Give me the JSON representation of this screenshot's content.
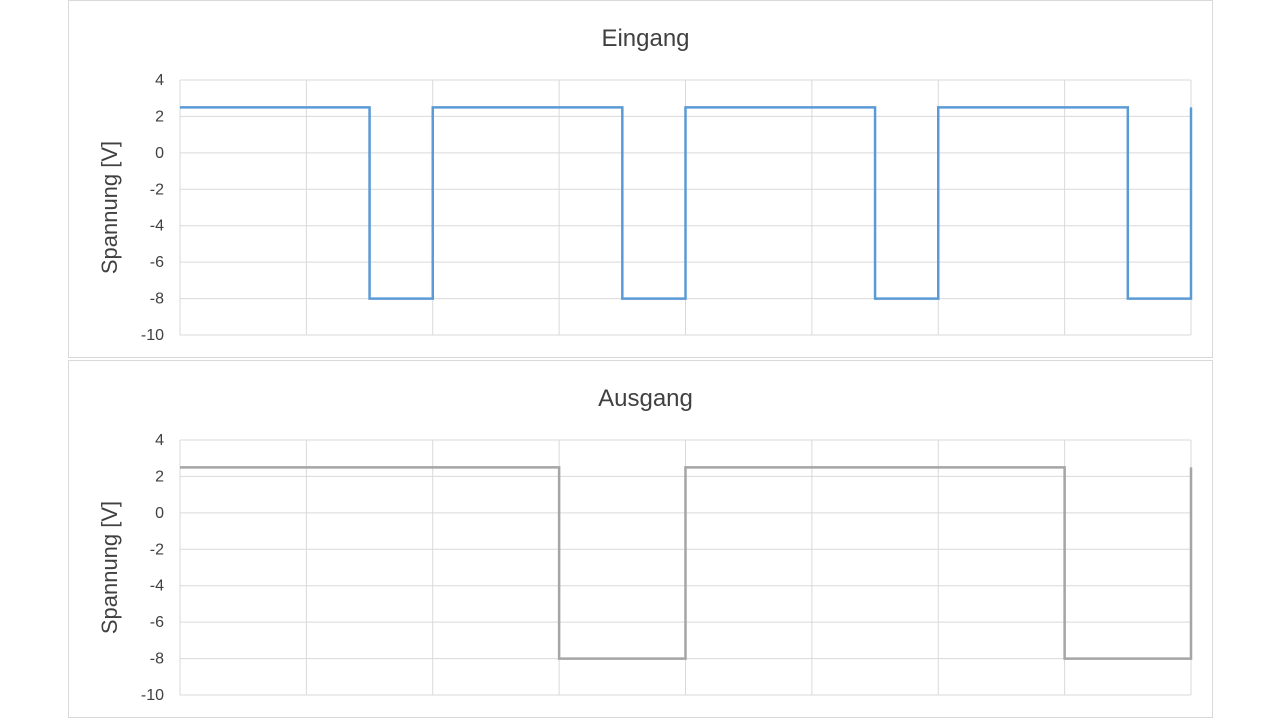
{
  "chart_data": [
    {
      "type": "line",
      "step": true,
      "title": "Eingang",
      "xlabel": "",
      "ylabel": "Spannung [V]",
      "ylim": [
        -10,
        4
      ],
      "yticks": [
        4,
        2,
        0,
        -2,
        -4,
        -6,
        -8,
        -10
      ],
      "xlim": [
        0,
        8
      ],
      "x_gridlines": 8,
      "grid": true,
      "color": "#5b9bd5",
      "series": [
        {
          "x": [
            0,
            1.5,
            1.5,
            2,
            2,
            3.5,
            3.5,
            4,
            4,
            5.5,
            5.5,
            6,
            6,
            7.5,
            7.5,
            8,
            8
          ],
          "values": [
            2.5,
            2.5,
            -8,
            -8,
            2.5,
            2.5,
            -8,
            -8,
            2.5,
            2.5,
            -8,
            -8,
            2.5,
            2.5,
            -8,
            -8,
            2.5
          ]
        }
      ]
    },
    {
      "type": "line",
      "step": true,
      "title": "Ausgang",
      "xlabel": "",
      "ylabel": "Spannung [V]",
      "ylim": [
        -10,
        4
      ],
      "yticks": [
        4,
        2,
        0,
        -2,
        -4,
        -6,
        -8,
        -10
      ],
      "xlim": [
        0,
        8
      ],
      "x_gridlines": 8,
      "grid": true,
      "color": "#a5a5a5",
      "series": [
        {
          "x": [
            0,
            3,
            3,
            4,
            4,
            7,
            7,
            8,
            8
          ],
          "values": [
            2.5,
            2.5,
            -8,
            -8,
            2.5,
            2.5,
            -8,
            -8,
            2.5
          ]
        }
      ]
    }
  ]
}
